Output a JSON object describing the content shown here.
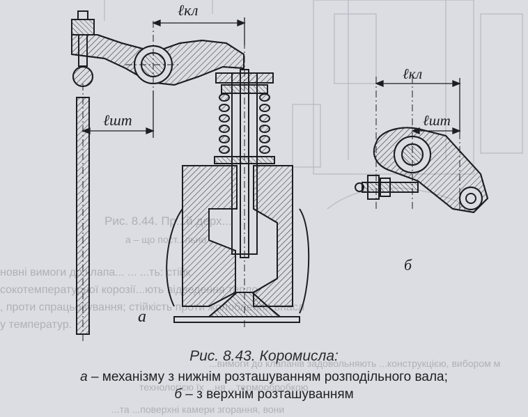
{
  "figure": {
    "label_a": "а",
    "label_b": "б",
    "dim_klp_a": "ℓкл",
    "dim_sht_a": "ℓшт",
    "dim_klp_b": "ℓкл",
    "dim_sht_b": "ℓшт"
  },
  "bleed_through": {
    "line1": "Рис. 8.44. Пр...й дерх...",
    "line2": "а – що пост...льно ...",
    "line3": "новні вимоги до клапа... ... ...ть: стійк",
    "line4": "сокотемпературної корозії...ють відведення тепло",
    "line5": ", проти спрацьовування; стійкість проти жолоблення внасл",
    "line6": "у температур.",
    "line7": "...вимоги до клапанів задовольняють ...конструкцією, вибором м",
    "line8": "технологією їх ...ня ...термообробкою",
    "line9": "...та ...поверхні камери згорання, вони"
  },
  "caption": {
    "title": "Рис. 8.43. Коромисла:",
    "line_a_prefix": "а",
    "line_a_text": " – механізму з нижнім розташуванням розподільного вала;",
    "line_b_prefix": "б",
    "line_b_text": " – з верхнім розташуванням"
  }
}
